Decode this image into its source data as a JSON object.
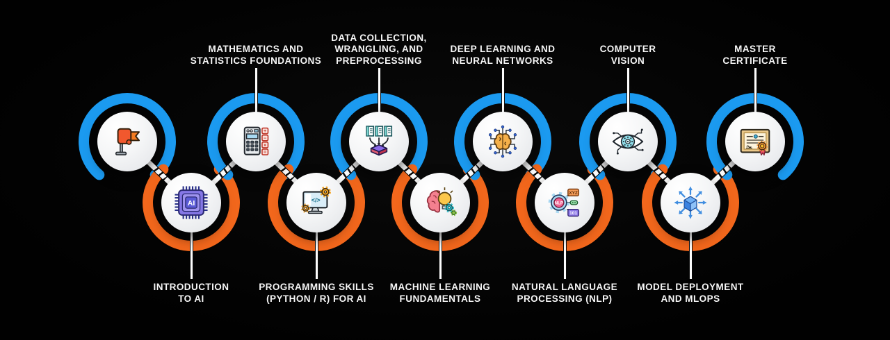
{
  "colors": {
    "background": "#010101",
    "ring_blue": "#1b9af0",
    "ring_orange": "#f2671c",
    "label_text": "#f6f6f6",
    "connector": "#fdfdfd"
  },
  "nodes": [
    {
      "id": "start",
      "row": "top",
      "ring": "blue",
      "icon": "flag-icon",
      "label_lines": []
    },
    {
      "id": "introduction-to-ai",
      "row": "bottom",
      "ring": "orange",
      "icon": "ai-chip-icon",
      "label_lines": [
        "INTRODUCTION",
        "TO AI"
      ],
      "icon_text": "AI"
    },
    {
      "id": "mathematics-statistics",
      "row": "top",
      "ring": "blue",
      "icon": "calculator-icon",
      "label_lines": [
        "MATHEMATICS AND",
        "STATISTICS FOUNDATIONS"
      ],
      "key_symbols": [
        "+",
        "−",
        "×",
        "="
      ]
    },
    {
      "id": "programming-skills",
      "row": "bottom",
      "ring": "orange",
      "icon": "code-monitor-icon",
      "label_lines": [
        "PROGRAMMING SKILLS",
        "(PYTHON / R)  FOR AI"
      ],
      "icon_text": "</>"
    },
    {
      "id": "data-collection",
      "row": "top",
      "ring": "blue",
      "icon": "data-funnel-icon",
      "label_lines": [
        "DATA COLLECTION,",
        "WRANGLING, AND",
        "PREPROCESSING"
      ]
    },
    {
      "id": "ml-fundamentals",
      "row": "bottom",
      "ring": "orange",
      "icon": "brain-bulb-icon",
      "label_lines": [
        "MACHINE LEARNING",
        "FUNDAMENTALS"
      ]
    },
    {
      "id": "deep-learning",
      "row": "top",
      "ring": "blue",
      "icon": "neural-brain-icon",
      "label_lines": [
        "DEEP LEARNING AND",
        "NEURAL NETWORKS"
      ]
    },
    {
      "id": "nlp",
      "row": "bottom",
      "ring": "orange",
      "icon": "nlp-gear-icon",
      "label_lines": [
        "NATURAL LANGUAGE",
        "PROCESSING (NLP)"
      ],
      "icon_text": "NLP",
      "tag_top": "XYZ",
      "tag_bottom": "101"
    },
    {
      "id": "computer-vision",
      "row": "top",
      "ring": "blue",
      "icon": "vision-eye-icon",
      "label_lines": [
        "COMPUTER",
        "VISION"
      ]
    },
    {
      "id": "model-deployment",
      "row": "bottom",
      "ring": "orange",
      "icon": "deploy-cube-icon",
      "label_lines": [
        "MODEL DEPLOYMENT",
        "AND MLOPS"
      ]
    },
    {
      "id": "master-certificate",
      "row": "top",
      "ring": "blue",
      "icon": "certificate-icon",
      "label_lines": [
        "MASTER",
        "CERTIFICATE"
      ]
    }
  ]
}
